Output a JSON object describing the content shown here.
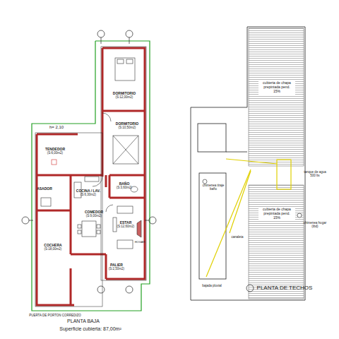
{
  "diagram": {
    "nodes": [
      {
        "text": [
          "DORMITORIO",
          "(S:12,00m2)"
        ]
      },
      {
        "text": [
          "DORMITORIO",
          "(S:10,50m2)"
        ]
      },
      {
        "text": [
          "TENDEDOR",
          "(S:6,00m2)"
        ]
      },
      {
        "text": [
          "BAÑO",
          "(S:3,60m2)"
        ]
      },
      {
        "text": [
          "COCINA / LAV.",
          "(S:6,30m2)"
        ]
      },
      {
        "text": [
          "ASADOR"
        ]
      },
      {
        "text": [
          "COCHERA",
          "(S:18,00m2)"
        ]
      },
      {
        "text": [
          "COMEDOR",
          "(S:9,00m2)"
        ]
      },
      {
        "text": [
          "ESTAR",
          "(S:12,60m2)"
        ]
      },
      {
        "text": [
          "PALIER",
          "(S:2,50m2)"
        ]
      },
      {
        "text": [
          "cubierta de chapa prepintada pend. 15%"
        ]
      },
      {
        "text": [
          "cubierta de chapa prepintada pend. 15%"
        ]
      }
    ],
    "labels": [
      "h= 2,10",
      "PUERTA DE PORTON CORREDIZO",
      "PLANTA BAJA",
      "Superficie cubierta: 87,00m²",
      "PLANTA DE TECHOS",
      "chimenea tiraje baño",
      "canaleta",
      "bajada pluvial",
      "tanque de agua 500 lts",
      "chimenea hogar (tbd)",
      "HOGAR"
    ]
  }
}
